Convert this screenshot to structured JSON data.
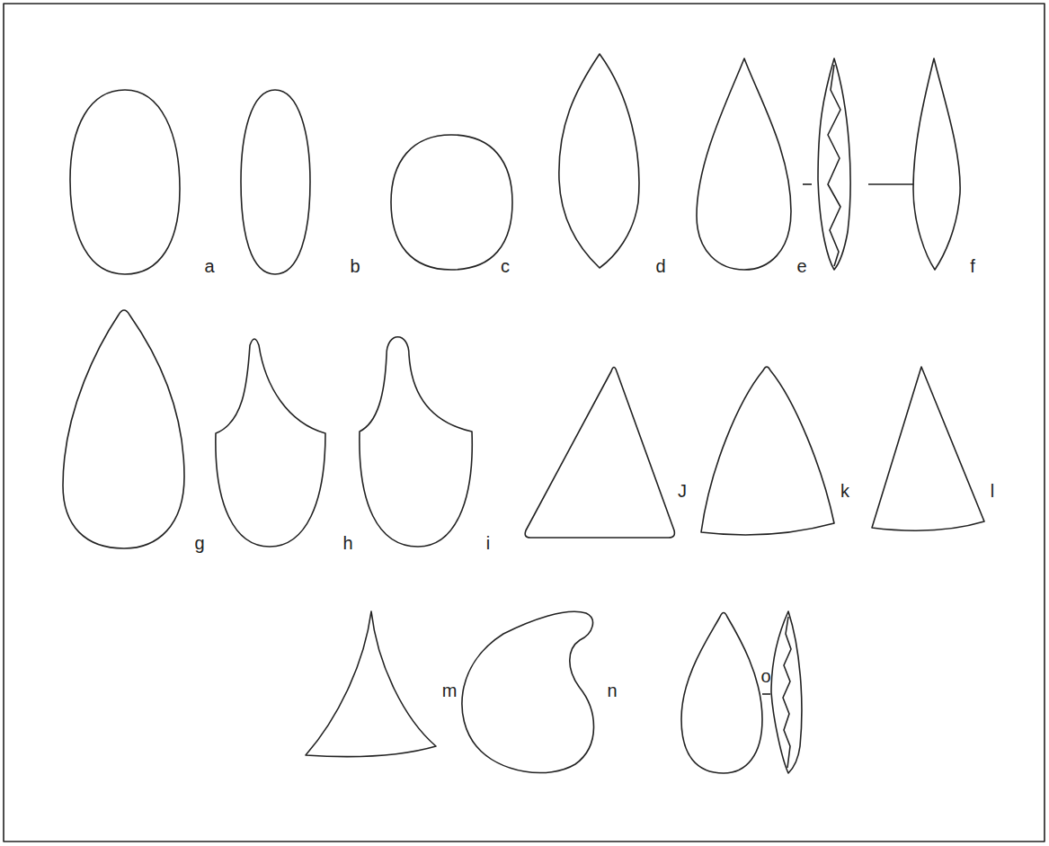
{
  "diagram": {
    "labels": [
      "a",
      "b",
      "c",
      "d",
      "e",
      "f",
      "g",
      "h",
      "i",
      "J",
      "k",
      "l",
      "m",
      "n",
      "o"
    ]
  }
}
